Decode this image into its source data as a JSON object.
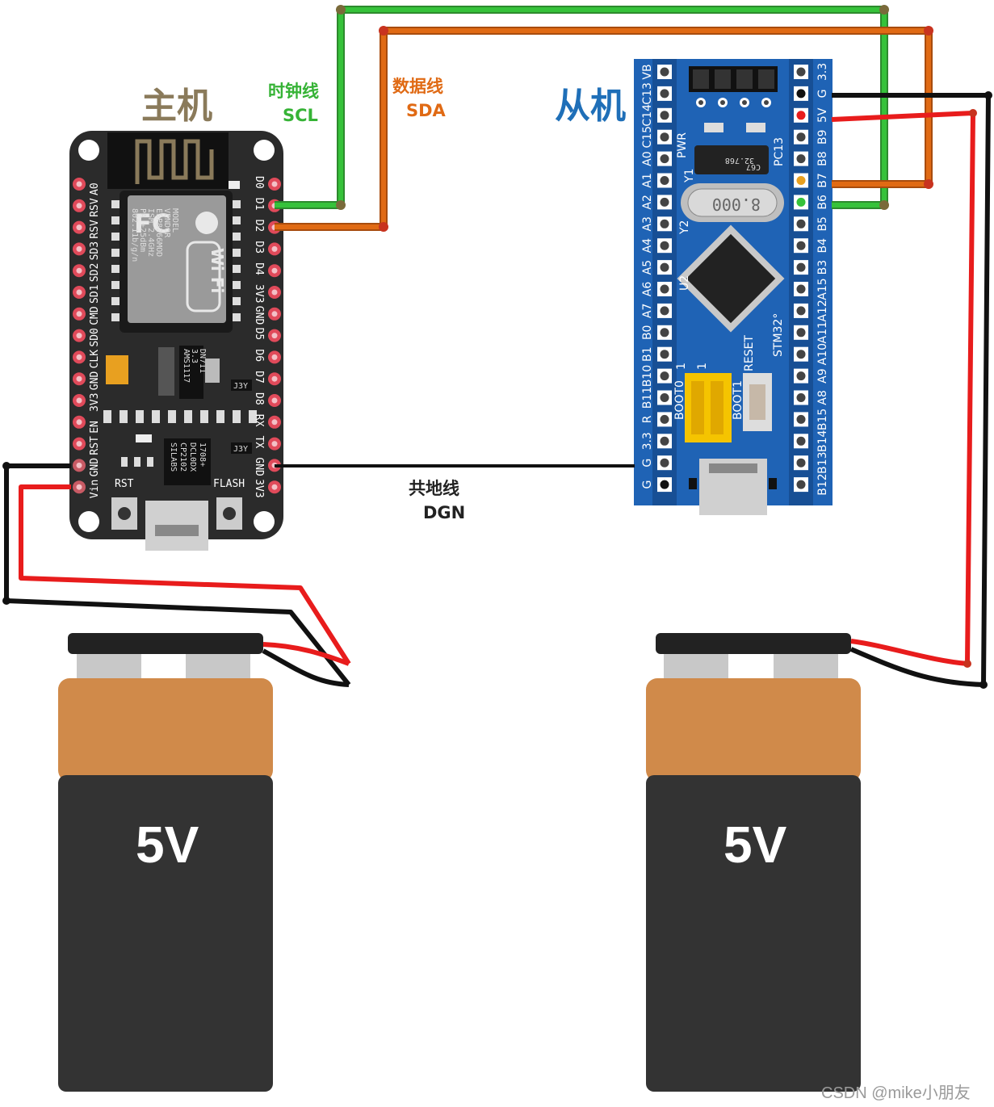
{
  "labels": {
    "host": "主机",
    "slave": "从机",
    "clock_line": "时钟线",
    "clock_signal": "SCL",
    "data_line": "数据线",
    "data_signal": "SDA",
    "ground_line": "共地线",
    "ground_signal": "DGN"
  },
  "esp_board": {
    "left_pins": [
      "A0",
      "RSV",
      "RSV",
      "SD3",
      "SD2",
      "SD1",
      "CMD",
      "SD0",
      "CLK",
      "GND",
      "3V3",
      "EN",
      "RST",
      "GND",
      "Vin"
    ],
    "right_pins": [
      "D0",
      "D1",
      "D2",
      "D3",
      "D4",
      "3V3",
      "GND",
      "D5",
      "D6",
      "D7",
      "D8",
      "RX",
      "TX",
      "GND",
      "3V3"
    ],
    "module_text": [
      "MODEL",
      "VENDOR",
      "ESP8266MOD",
      "ISM 2.4GHz",
      "PA +25dBm",
      "802.11b/g/n"
    ],
    "module_logo": "Wi Fi",
    "fcc_logo": "FC",
    "regulator_text": [
      "AMS1117",
      "3.3",
      "DN711"
    ],
    "usb_chip_text": [
      "SILABS",
      "CP2102",
      "DCL0DX",
      "1708+"
    ],
    "small_chip_text": [
      "J3Y",
      "J3Y"
    ],
    "buttons": [
      "RST",
      "FLASH"
    ]
  },
  "stm_board": {
    "left_pins": [
      "VB",
      "C13",
      "C14",
      "C15",
      "A0",
      "A1",
      "A2",
      "A3",
      "A4",
      "A5",
      "A6",
      "A7",
      "B0",
      "B1",
      "B10",
      "B11",
      "R",
      "3.3",
      "G",
      "G"
    ],
    "right_pins": [
      "3.3",
      "G",
      "5V",
      "B9",
      "B8",
      "B7",
      "B6",
      "B5",
      "B4",
      "B3",
      "A15",
      "A12",
      "A11",
      "A10",
      "A9",
      "A8",
      "B15",
      "B14",
      "B13",
      "B12"
    ],
    "silk": [
      "PWR",
      "PC13",
      "Y1",
      "Y2",
      "U2",
      "STM32°",
      "RESET",
      "BOOT0",
      "BOOT1",
      "1",
      "1"
    ],
    "crystal_text": "8.000",
    "rtc_crystal_text": [
      "32.768",
      "C67"
    ]
  },
  "batteries": [
    {
      "label": "5V"
    },
    {
      "label": "5V"
    }
  ],
  "watermark": "CSDN @mike小朋友",
  "colors": {
    "wire_green": "#36c23a",
    "wire_orange": "#e06a14",
    "wire_red": "#e81c1c",
    "wire_black": "#111111",
    "stm_blue": "#1f63b5",
    "esp_dark": "#2b2b2b",
    "battery_top": "#d08a4a",
    "battery_body": "#333333",
    "pin_red": "#e04a5a"
  }
}
